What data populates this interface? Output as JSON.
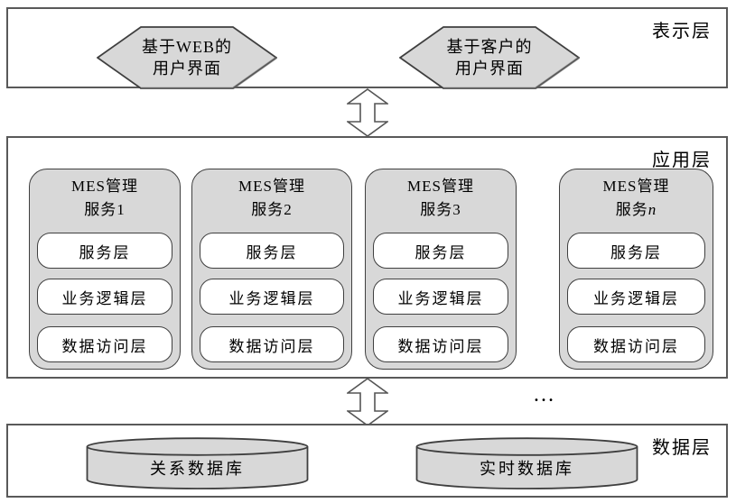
{
  "diagram": {
    "presentation": {
      "label": "表示层",
      "hexagons": [
        {
          "line1": "基于WEB的",
          "line2": "用户界面"
        },
        {
          "line1": "基于客户的",
          "line2": "用户界面"
        }
      ]
    },
    "application": {
      "label": "应用层",
      "ellipsis": "…",
      "sub_layers": [
        "服务层",
        "业务逻辑层",
        "数据访问层"
      ],
      "services": [
        {
          "line1": "MES管理",
          "prefix": "服务",
          "num": "1"
        },
        {
          "line1": "MES管理",
          "prefix": "服务",
          "num": "2"
        },
        {
          "line1": "MES管理",
          "prefix": "服务",
          "num": "3"
        },
        {
          "line1": "MES管理",
          "prefix": "服务",
          "num": "n"
        }
      ]
    },
    "data": {
      "label": "数据层",
      "databases": [
        "关系数据库",
        "实时数据库"
      ]
    }
  },
  "colors": {
    "shape_fill": "#d8d8d8",
    "shape_border": "#3f3f3f",
    "layer_border": "#595959",
    "background": "#ffffff"
  }
}
